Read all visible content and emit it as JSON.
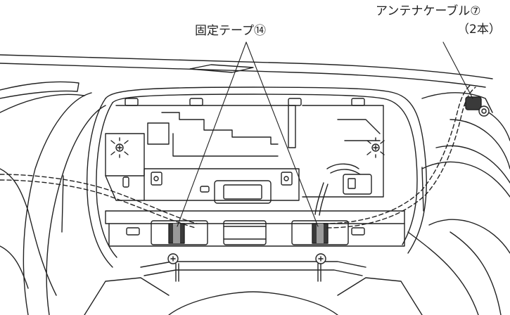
{
  "labels": {
    "fixing_tape": "固定テープ⑭",
    "antenna_cable_line1": "アンテナケーブル⑦",
    "antenna_cable_line2": "（2本）"
  },
  "colors": {
    "ink": "#222222",
    "fill_dark": "#3a3a3a",
    "fill_grey": "#9a9a9a",
    "fill_light": "#f4f4f4",
    "background": "#ffffff"
  },
  "icons": {
    "screw": "phillips-screw-icon",
    "bolt": "mounting-bolt-icon"
  }
}
